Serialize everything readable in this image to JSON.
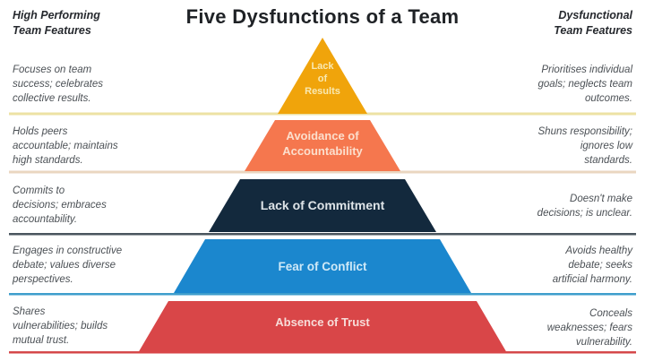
{
  "title": "Five Dysfunctions of a Team",
  "left_header": "High Performing\nTeam Features",
  "right_header": "Dysfunctional\nTeam Features",
  "pyramid": {
    "tiers": [
      {
        "label": "Lack\nof\nResults",
        "color": "#F0A40B",
        "divider_color": "#EDE2A4"
      },
      {
        "label": "Avoidance of\nAccountability",
        "color": "#F5774E",
        "divider_color": "#EAD6C0"
      },
      {
        "label": "Lack of Commitment",
        "color": "#13293D",
        "divider_color": "#4A555E"
      },
      {
        "label": "Fear of Conflict",
        "color": "#1B87CE",
        "divider_color": "#3E9ECC"
      },
      {
        "label": "Absence of Trust",
        "color": "#D94648",
        "divider_color": "#D5494B"
      }
    ]
  },
  "left_items": [
    "Focuses on team\nsuccess; celebrates\ncollective results.",
    "Holds peers\naccountable; maintains\nhigh standards.",
    "Commits to\ndecisions; embraces\naccountability.",
    "Engages in constructive\ndebate; values diverse\nperspectives.",
    "Shares\nvulnerabilities; builds\nmutual trust."
  ],
  "right_items": [
    "Prioritises individual\ngoals; neglects team\noutcomes.",
    "Shuns responsibility;\nignores low\nstandards.",
    "Doesn't make\ndecisions; is unclear.",
    "Avoids healthy\ndebate; seeks\nartificial harmony.",
    "Conceals\nweaknesses; fears\nvulnerability."
  ]
}
